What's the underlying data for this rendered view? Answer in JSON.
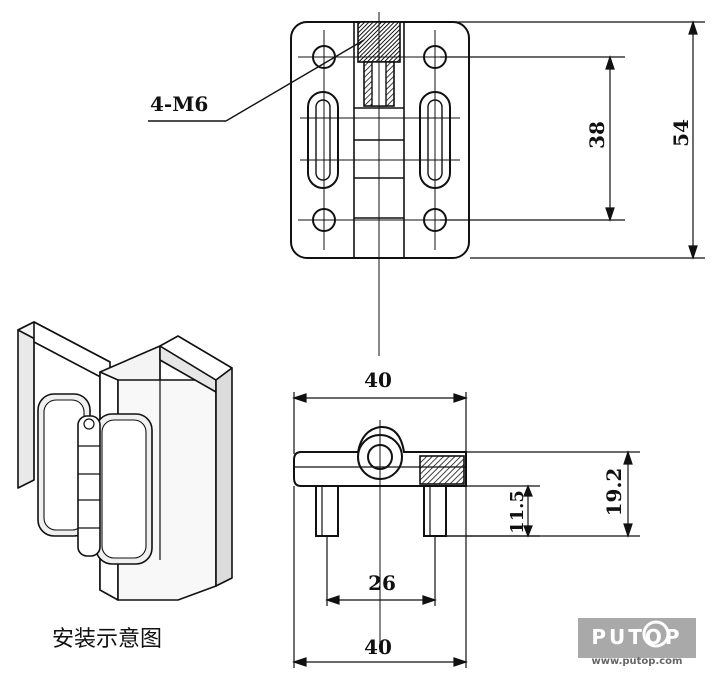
{
  "thread_callout": "4-M6",
  "dimensions": {
    "hole_spacing": "38",
    "overall_height": "54",
    "top_width": "40",
    "bolt_spacing": "26",
    "bottom_width": "40",
    "bolt_length": "11.5",
    "total_height": "19.2"
  },
  "caption": "安装示意图",
  "watermark": {
    "brand": "PUTOP",
    "url": "www.putop.com"
  }
}
